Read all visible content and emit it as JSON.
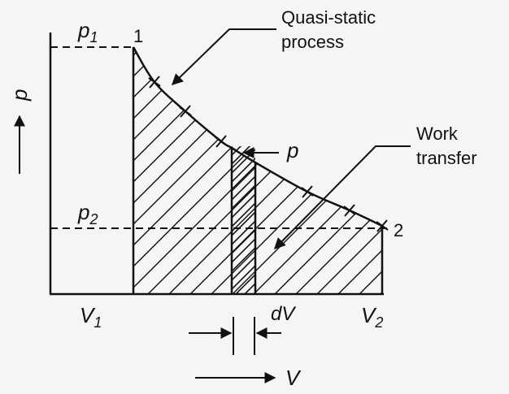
{
  "labels": {
    "p1": "p",
    "p1_sub": "1",
    "p2": "p",
    "p2_sub": "2",
    "v1": "V",
    "v1_sub": "1",
    "v2": "V",
    "v2_sub": "2",
    "point1": "1",
    "point2": "2",
    "p_axis": "p",
    "v_axis": "V",
    "p_strip": "p",
    "dV": "dV",
    "quasi_line1": "Quasi-static",
    "quasi_line2": "process",
    "work_line1": "Work",
    "work_line2": "transfer"
  },
  "colors": {
    "ink": "#111111",
    "background": "#f4f5f4"
  }
}
